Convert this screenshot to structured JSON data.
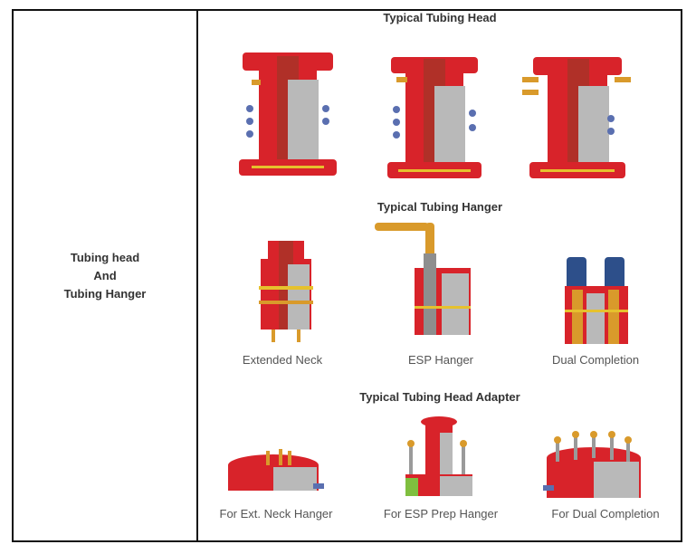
{
  "left_cell": {
    "line1": "Tubing head",
    "line2": "And",
    "line3": "Tubing Hanger"
  },
  "sections": {
    "tubing_head": {
      "title": "Typical Tubing Head"
    },
    "tubing_hanger": {
      "title": "Typical Tubing Hanger",
      "captions": [
        "Extended Neck",
        "ESP Hanger",
        "Dual Completion"
      ]
    },
    "head_adapter": {
      "title": "Typical Tubing Head Adapter",
      "captions": [
        "For Ext. Neck Hanger",
        "For ESP Prep Hanger",
        "For Dual Completion"
      ]
    }
  },
  "colors": {
    "body_red": "#d8232a",
    "cut_gray": "#b9b9b9",
    "stud_blue": "#5a6fb0",
    "brass": "#d99a2b",
    "green_ring": "#7fbf3f"
  }
}
